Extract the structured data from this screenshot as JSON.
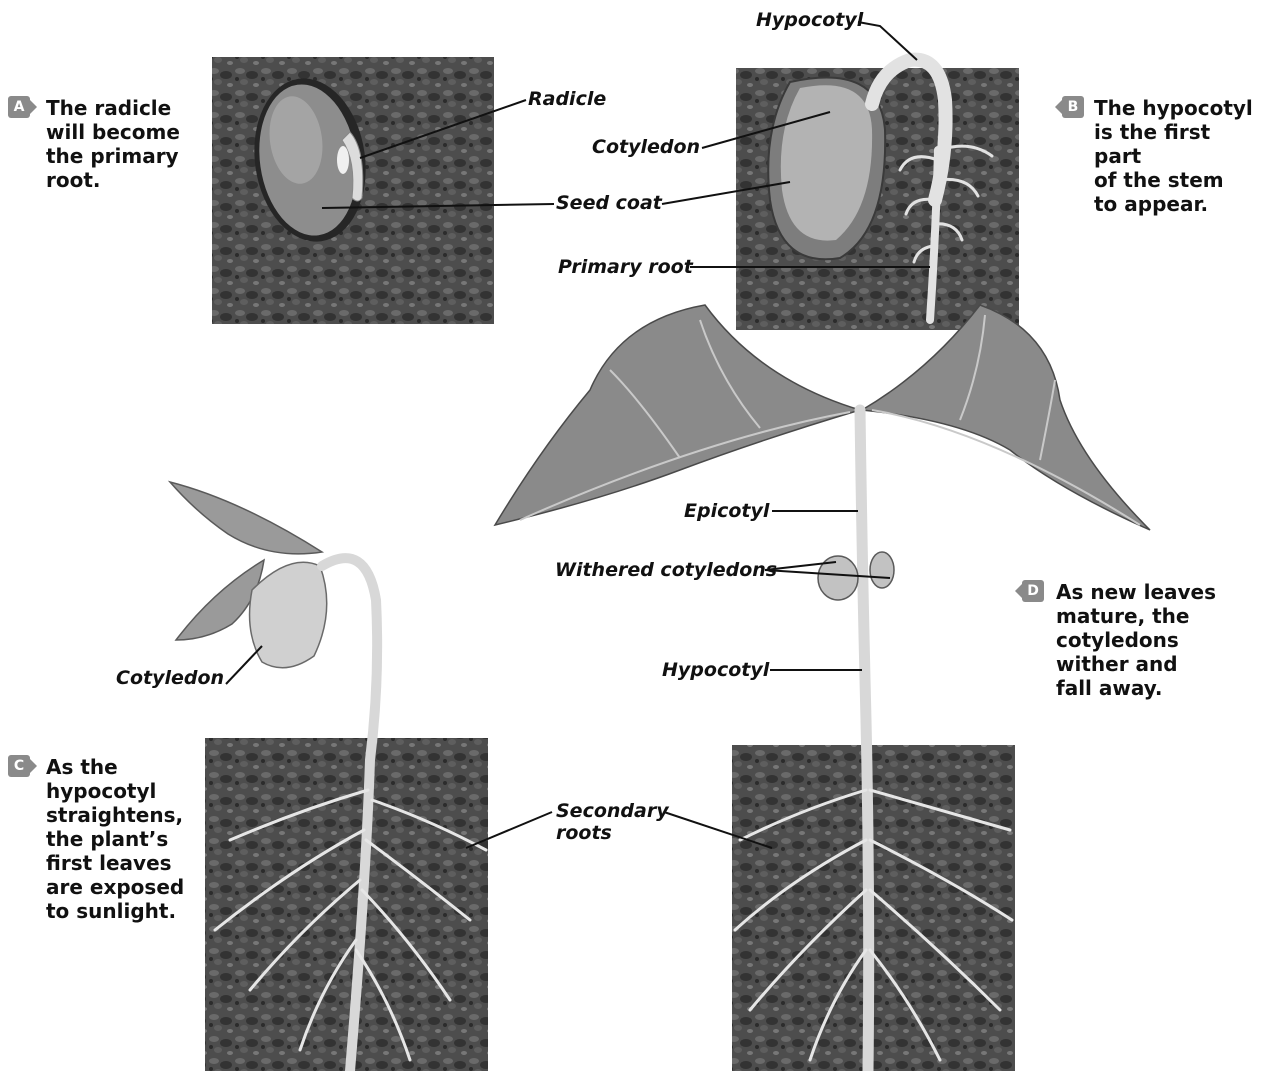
{
  "steps": [
    {
      "id": "A",
      "badge": "A",
      "caption": "The radicle\nwill become\nthe primary\nroot."
    },
    {
      "id": "B",
      "badge": "B",
      "caption": "The hypocotyl\nis the first part\nof the stem\nto appear."
    },
    {
      "id": "C",
      "badge": "C",
      "caption": "As the\nhypocotyl\nstraightens,\nthe plant’s\nfirst leaves\nare exposed\nto sunlight."
    },
    {
      "id": "D",
      "badge": "D",
      "caption": "As new leaves\nmature, the\ncotyledons\nwither and\nfall away."
    }
  ],
  "labels": {
    "radicle": "Radicle",
    "seed_coat": "Seed coat",
    "cotyledon_b": "Cotyledon",
    "hypocotyl_b": "Hypocotyl",
    "primary_root": "Primary root",
    "epicotyl": "Epicotyl",
    "withered_cotyledons": "Withered cotyledons",
    "hypocotyl_d": "Hypocotyl",
    "cotyledon_c": "Cotyledon",
    "secondary_roots": "Secondary\nroots"
  },
  "colors": {
    "soil": "#4a4a4a",
    "soil_dark": "#2e2e2e",
    "seed": "#8d8d8d",
    "stem": "#d8d8d8",
    "leaf": "#8a8a8a",
    "leaf_vein": "#c9c9c9",
    "badge": "#8a8a8a"
  }
}
